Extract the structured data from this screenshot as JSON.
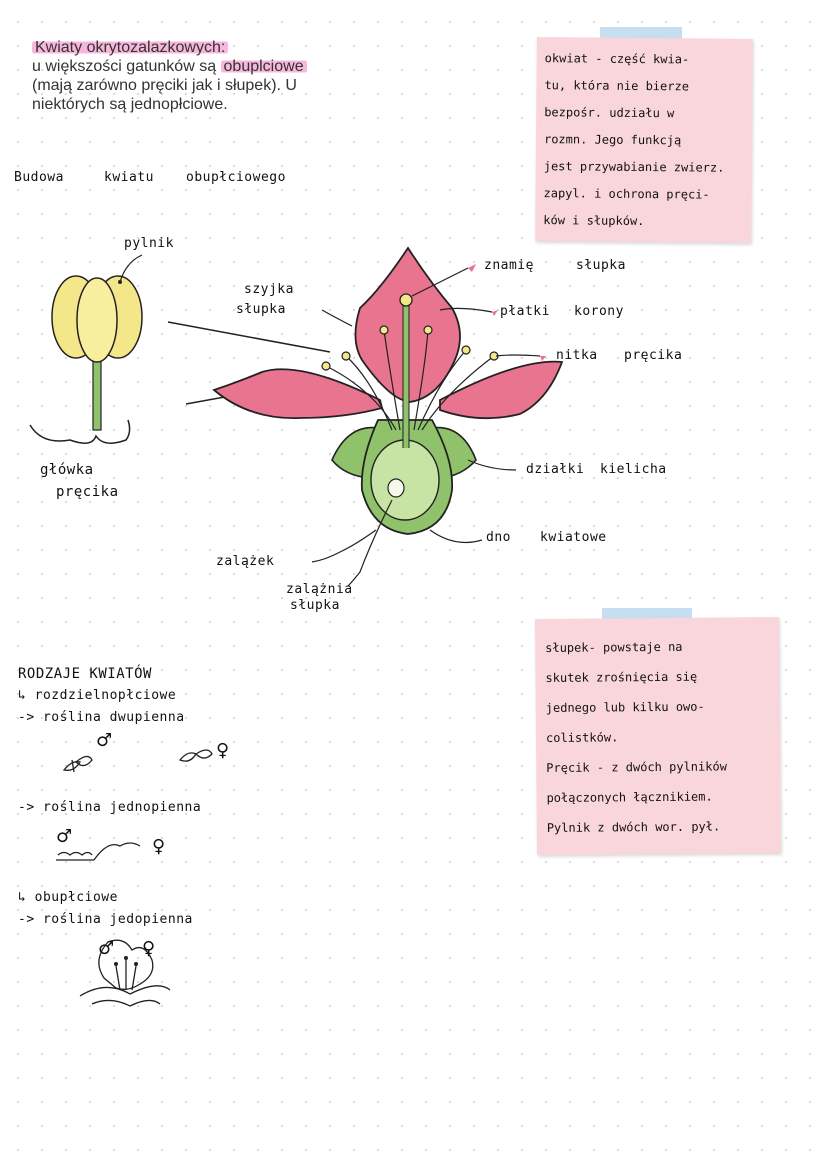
{
  "intro": {
    "title": "Kwiaty okrytozalazkowych:",
    "line2_before": "u większości gatunków są ",
    "line2_highlight": "obuplciowe",
    "line3": "(mają zarówno pręciki jak i słupek). U",
    "line4": "niektórych są jednopłciowe."
  },
  "heading": {
    "w1": "Budowa",
    "w2": "kwiatu",
    "w3": "obupłciowego"
  },
  "stamen_labels": {
    "anther": "pylnik",
    "anther_head_1": "główka",
    "anther_head_2": "pręcika"
  },
  "flower_labels": {
    "style_1": "szyjka",
    "style_2": "słupka",
    "stigma_1": "znamię",
    "stigma_2": "słupka",
    "petals_1": "płatki",
    "petals_2": "korony",
    "filament_1": "nitka",
    "filament_2": "pręcika",
    "sepals_1": "działki",
    "sepals_2": "kielicha",
    "receptacle_1": "dno",
    "receptacle_2": "kwiatowe",
    "ovule": "zalążek",
    "ovary_1": "zalążnia",
    "ovary_2": "słupka"
  },
  "note_top": {
    "lines": [
      "okwiat - część kwia-",
      "tu, która nie bierze",
      "bezpośr. udziału w",
      "rozmn. Jego funkcją",
      "jest przywabianie zwierz.",
      "zapyl. i ochrona pręci-",
      "ków i słupków."
    ]
  },
  "note_bottom": {
    "lines": [
      "słupek- powstaje na",
      "skutek zrośnięcia się",
      "jednego lub kilku owo-",
      "colistków.",
      "Pręcik - z dwóch pylników",
      "połączonych łącznikiem.",
      "Pylnik z dwóch wor. pył."
    ]
  },
  "types": {
    "heading": "RODZAJE KWIATÓW",
    "unisexual": "↳ rozdzielnopłciowe",
    "dioecious": "-> roślina dwupienna",
    "monoecious": "-> roślina jednopienna",
    "bisexual": "↳ obupłciowe",
    "monoecious_2": "-> roślina jedopienna",
    "male_symbol": "♂",
    "female_symbol": "♀"
  },
  "colors": {
    "petal": "#e8748f",
    "petal_dark": "#d9556f",
    "green": "#8fc26a",
    "green_light": "#c8e4a4",
    "anther_yellow": "#f4e78a",
    "note_pink": "#f9d6dc",
    "tape_blue": "#bcd8ee",
    "highlight": "#f7b7dc"
  }
}
